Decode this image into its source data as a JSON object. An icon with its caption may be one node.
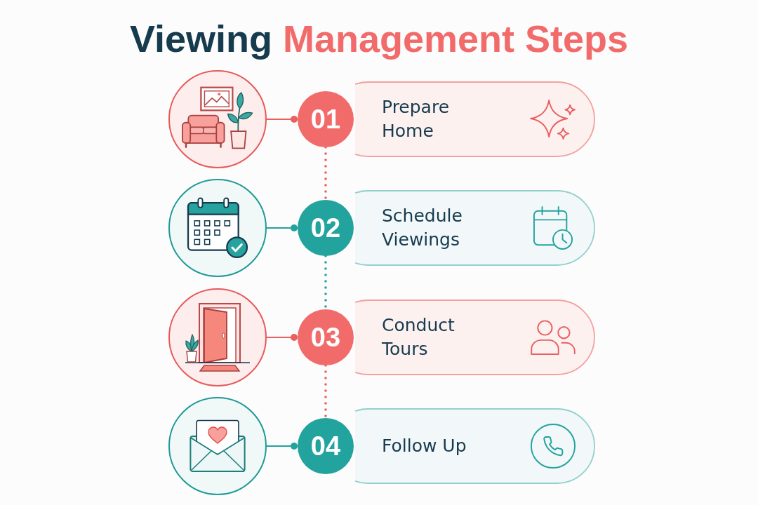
{
  "diagram": {
    "title": "Viewing Management Steps",
    "nodes": [
      {
        "text": [],
        "shape": "picture"
      },
      {
        "text": [
          "01"
        ]
      },
      {
        "text": [
          "Prepare Home"
        ]
      },
      {
        "text": [],
        "shape": "picture"
      },
      {
        "text": [
          "02"
        ]
      },
      {
        "text": [
          "Schedule Viewings"
        ]
      },
      {
        "text": [],
        "shape": "picture"
      },
      {
        "text": [
          "03"
        ]
      },
      {
        "text": [
          "Conduct Tours"
        ]
      },
      {
        "text": [],
        "shape": "picture"
      },
      {
        "text": [
          "04"
        ]
      },
      {
        "text": [
          "Follow Up"
        ]
      }
    ],
    "edges": [
      {
        "from": 0,
        "to": 1,
        "arrow": "other",
        "color": "#e8605f"
      },
      {
        "from": 1,
        "to": 4,
        "arrow": "none",
        "style": "dashed",
        "color": "#e8605f"
      },
      {
        "from": 3,
        "to": 4,
        "arrow": "other",
        "color": "#23a39e"
      },
      {
        "from": 4,
        "to": 7,
        "arrow": "none",
        "style": "dashed",
        "color": "#23a39e"
      },
      {
        "from": 6,
        "to": 7,
        "arrow": "other",
        "color": "#e8605f"
      },
      {
        "from": 7,
        "to": 10,
        "arrow": "none",
        "style": "dashed",
        "color": "#e8605f"
      },
      {
        "from": 9,
        "to": 10,
        "arrow": "other",
        "color": "#23a39e"
      }
    ]
  }
}
